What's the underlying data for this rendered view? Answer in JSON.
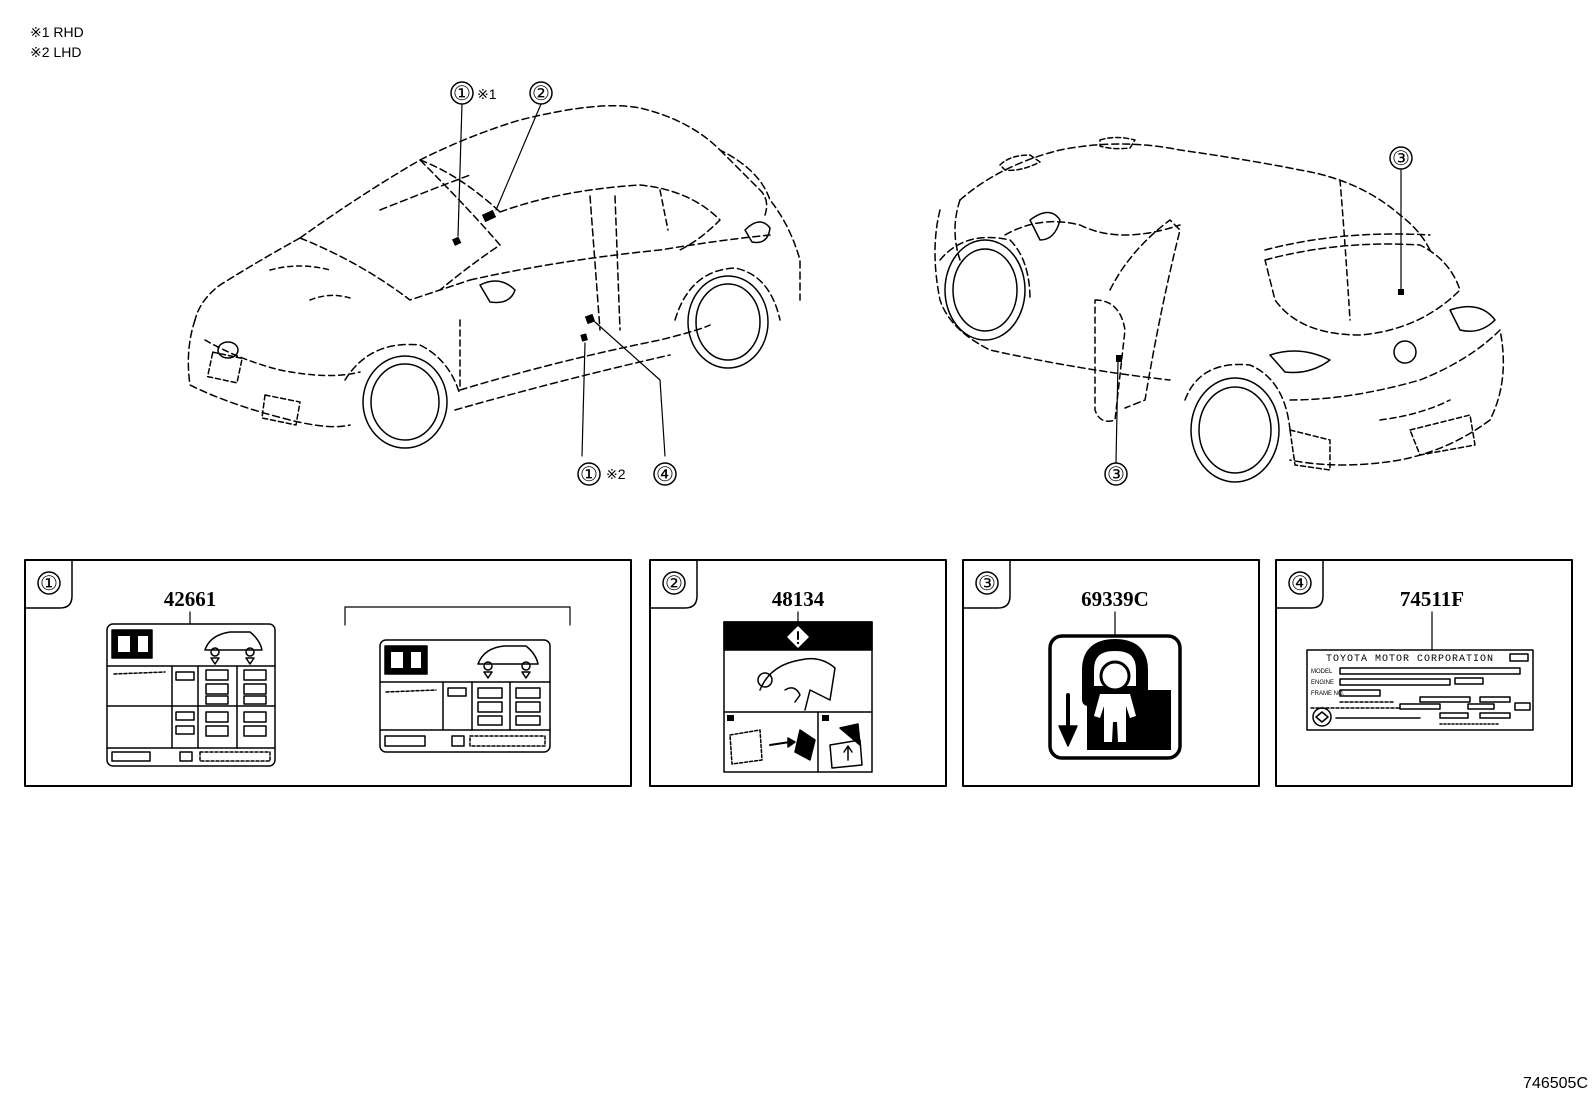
{
  "notes": [
    {
      "mark": "※1",
      "text": "RHD"
    },
    {
      "mark": "※2",
      "text": "LHD"
    }
  ],
  "figure_id": "746505C",
  "callouts": {
    "c1": "①",
    "c2": "②",
    "c3": "③",
    "c4": "④",
    "note1": "※1",
    "note2": "※2"
  },
  "panels": [
    {
      "number": "①",
      "part_number": "42661"
    },
    {
      "number": "②",
      "part_number": "48134"
    },
    {
      "number": "③",
      "part_number": "69339C"
    },
    {
      "number": "④",
      "part_number": "74511F"
    }
  ],
  "plate": {
    "title": "TOYOTA MOTOR CORPORATION",
    "rows": [
      "MODEL",
      "ENGINE",
      "FRAME NO."
    ]
  }
}
